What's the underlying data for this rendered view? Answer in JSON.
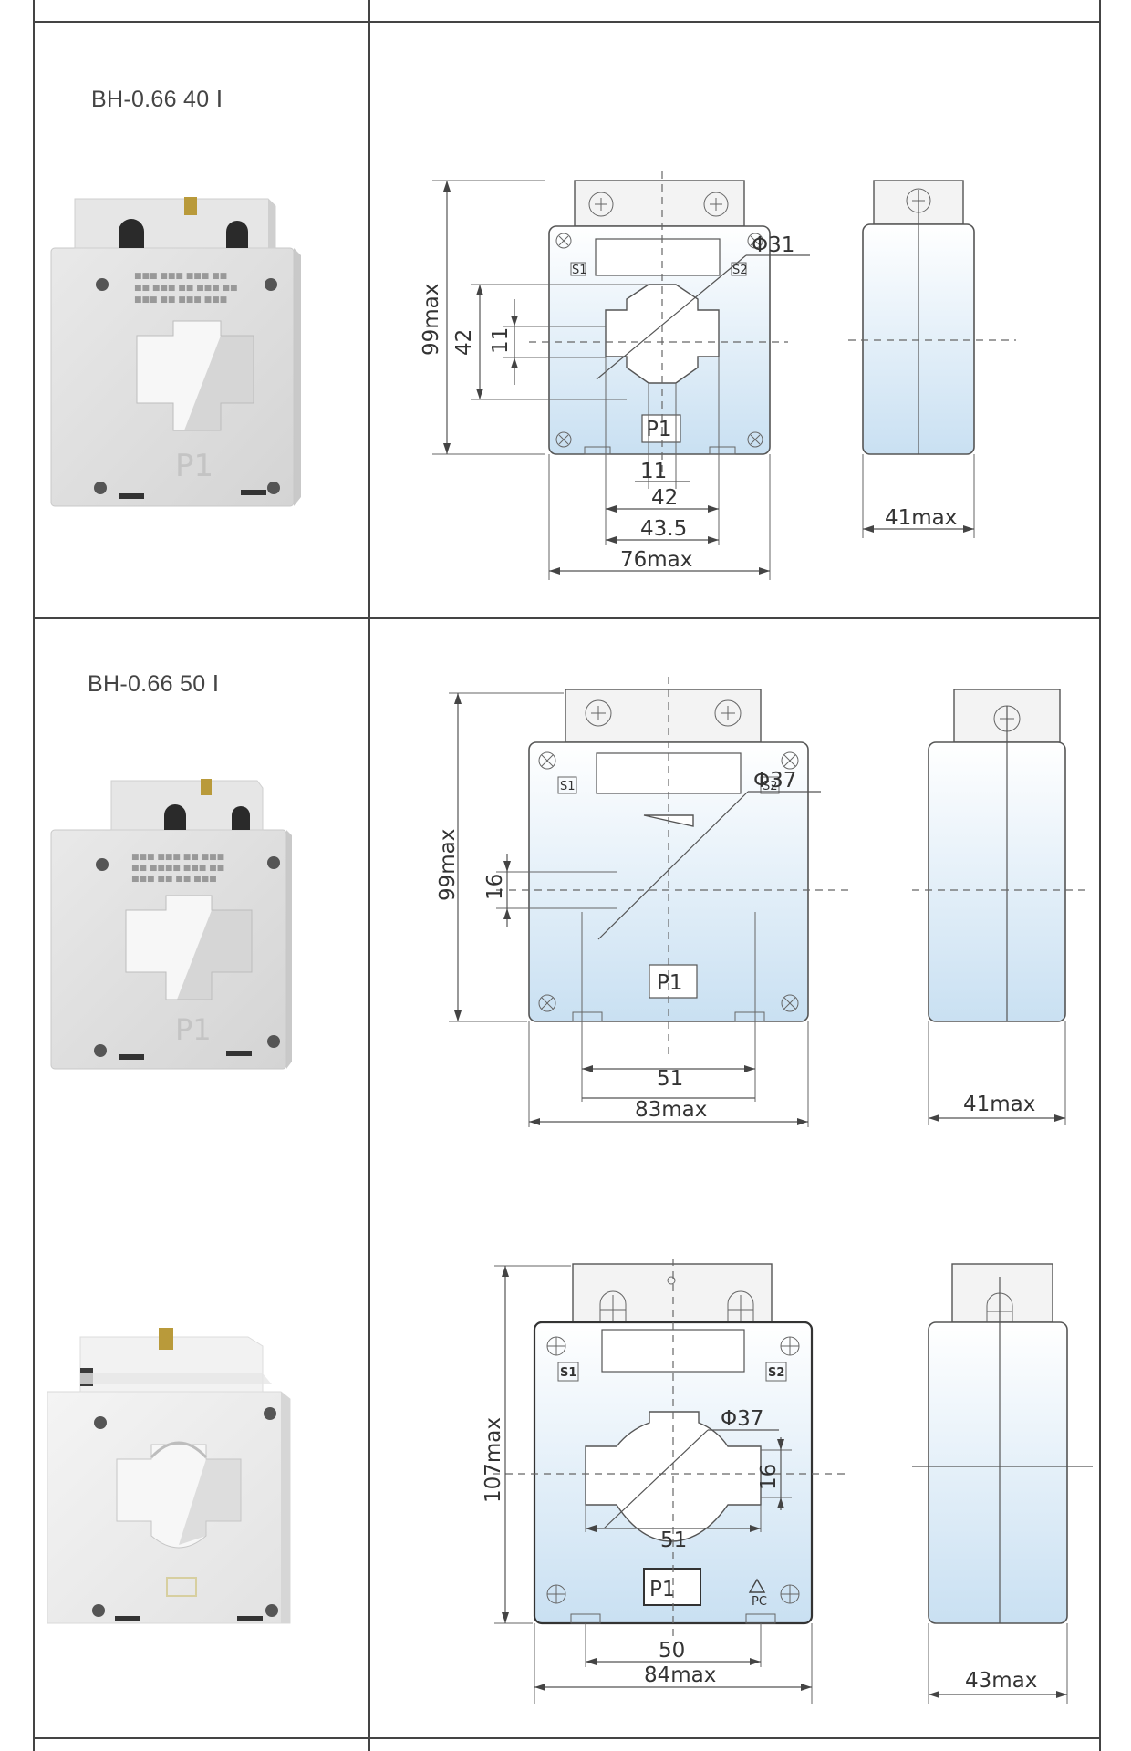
{
  "rows": [
    {
      "model": "BH-0.66 40 Ⅰ",
      "front": {
        "diameter": "Φ31",
        "height": "99max",
        "window_h": "42",
        "window_neck": "11",
        "window_w1": "11",
        "window_w2": "42",
        "window_w3": "43.5",
        "width": "76max",
        "s1": "S1",
        "s2": "S2",
        "p1": "P1"
      },
      "side": {
        "depth": "41max"
      }
    },
    {
      "model": "BH-0.66 50 Ⅰ",
      "front": {
        "diameter": "Φ37",
        "height": "99max",
        "window_neck": "16",
        "window_w": "51",
        "width": "83max",
        "s1": "S1",
        "s2": "S2",
        "p1": "P1"
      },
      "side": {
        "depth": "41max"
      }
    },
    {
      "model": "",
      "front": {
        "diameter": "Φ37",
        "height": "107max",
        "window_neck": "16",
        "window_w": "51",
        "bottom_w": "50",
        "width": "84max",
        "s1": "S1",
        "s2": "S2",
        "p1": "P1",
        "recycle": "PC"
      },
      "side": {
        "depth": "43max"
      }
    }
  ],
  "colors": {
    "grid": "#444444",
    "body_gradient_top": "#ffffff",
    "body_gradient_bottom": "#cfe3f3"
  }
}
